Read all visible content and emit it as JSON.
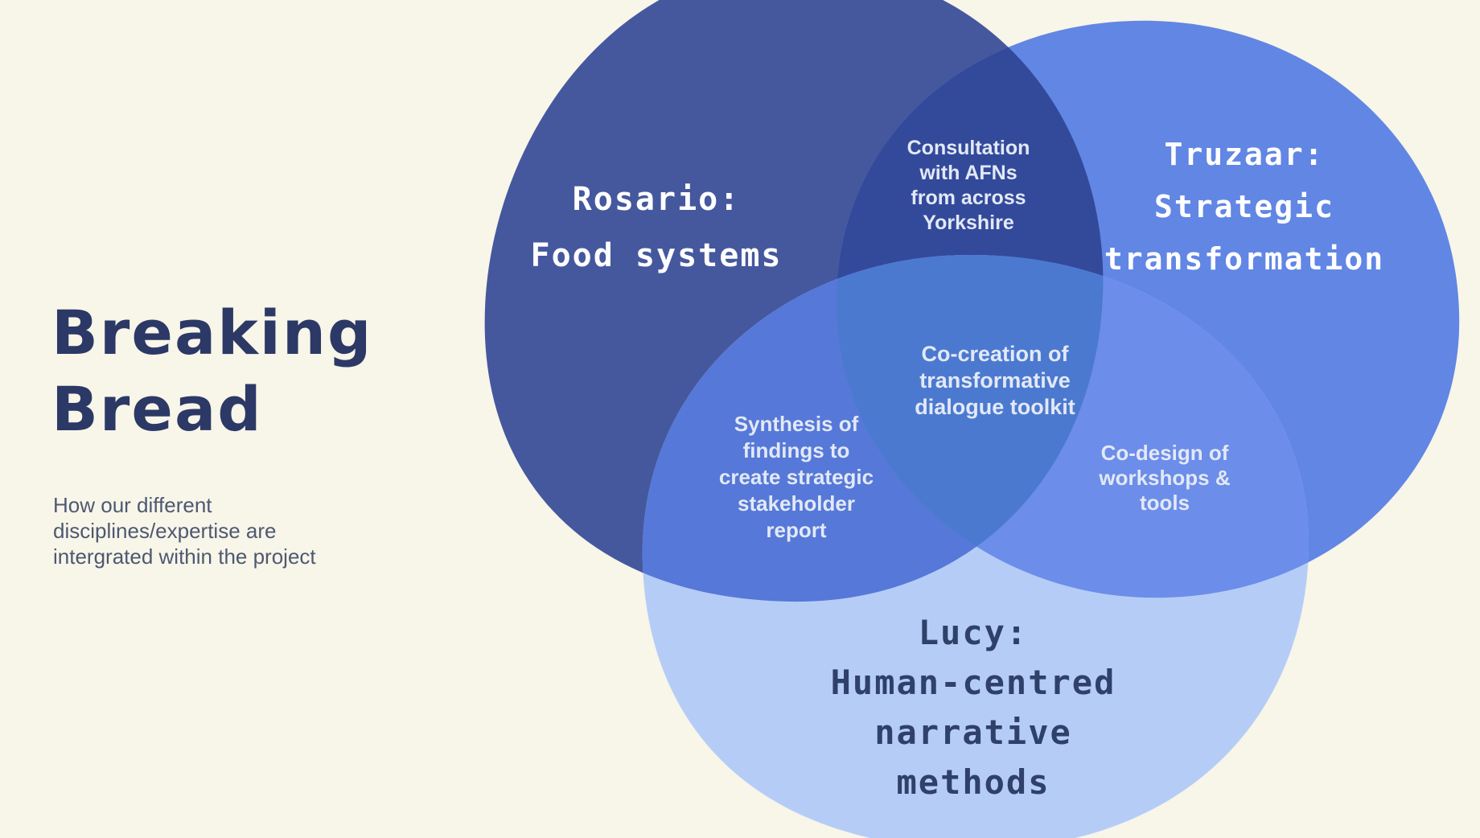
{
  "colors": {
    "background": "#F8F5E9",
    "rosario": "#45589E",
    "truzaar": "#6186E4",
    "lucy": "#B5CDF6",
    "rosario_truzaar": "#334A9B",
    "rosario_lucy": "#5678D8",
    "truzaar_lucy": "#6C8DE9",
    "center": "#4C79D0",
    "title_text": "#2C3966",
    "subtitle_text": "#4D5971",
    "light_label_text": "#E2E9F6",
    "dark_label_text": "#2F4069"
  },
  "header": {
    "title_lines": [
      "Breaking",
      "Bread"
    ],
    "subtitle_lines": [
      "How our different",
      "disciplines/expertise are",
      "intergrated within the project"
    ]
  },
  "venn": {
    "sets": [
      {
        "id": "rosario",
        "label_lines": [
          "Rosario:",
          "Food systems"
        ]
      },
      {
        "id": "truzaar",
        "label_lines": [
          "Truzaar:",
          "Strategic",
          "transformation"
        ]
      },
      {
        "id": "lucy",
        "label_lines": [
          "Lucy:",
          "Human-centred",
          "narrative",
          "methods"
        ]
      }
    ],
    "overlaps": [
      {
        "id": "rosario-truzaar",
        "label_lines": [
          "Consultation",
          "with AFNs",
          "from across",
          "Yorkshire"
        ]
      },
      {
        "id": "rosario-lucy",
        "label_lines": [
          "Synthesis of",
          "findings to",
          "create strategic",
          "stakeholder",
          "report"
        ]
      },
      {
        "id": "truzaar-lucy",
        "label_lines": [
          "Co-design of",
          "workshops &",
          "tools"
        ]
      },
      {
        "id": "all-three",
        "label_lines": [
          "Co-creation of",
          "transformative",
          "dialogue toolkit"
        ]
      }
    ]
  }
}
